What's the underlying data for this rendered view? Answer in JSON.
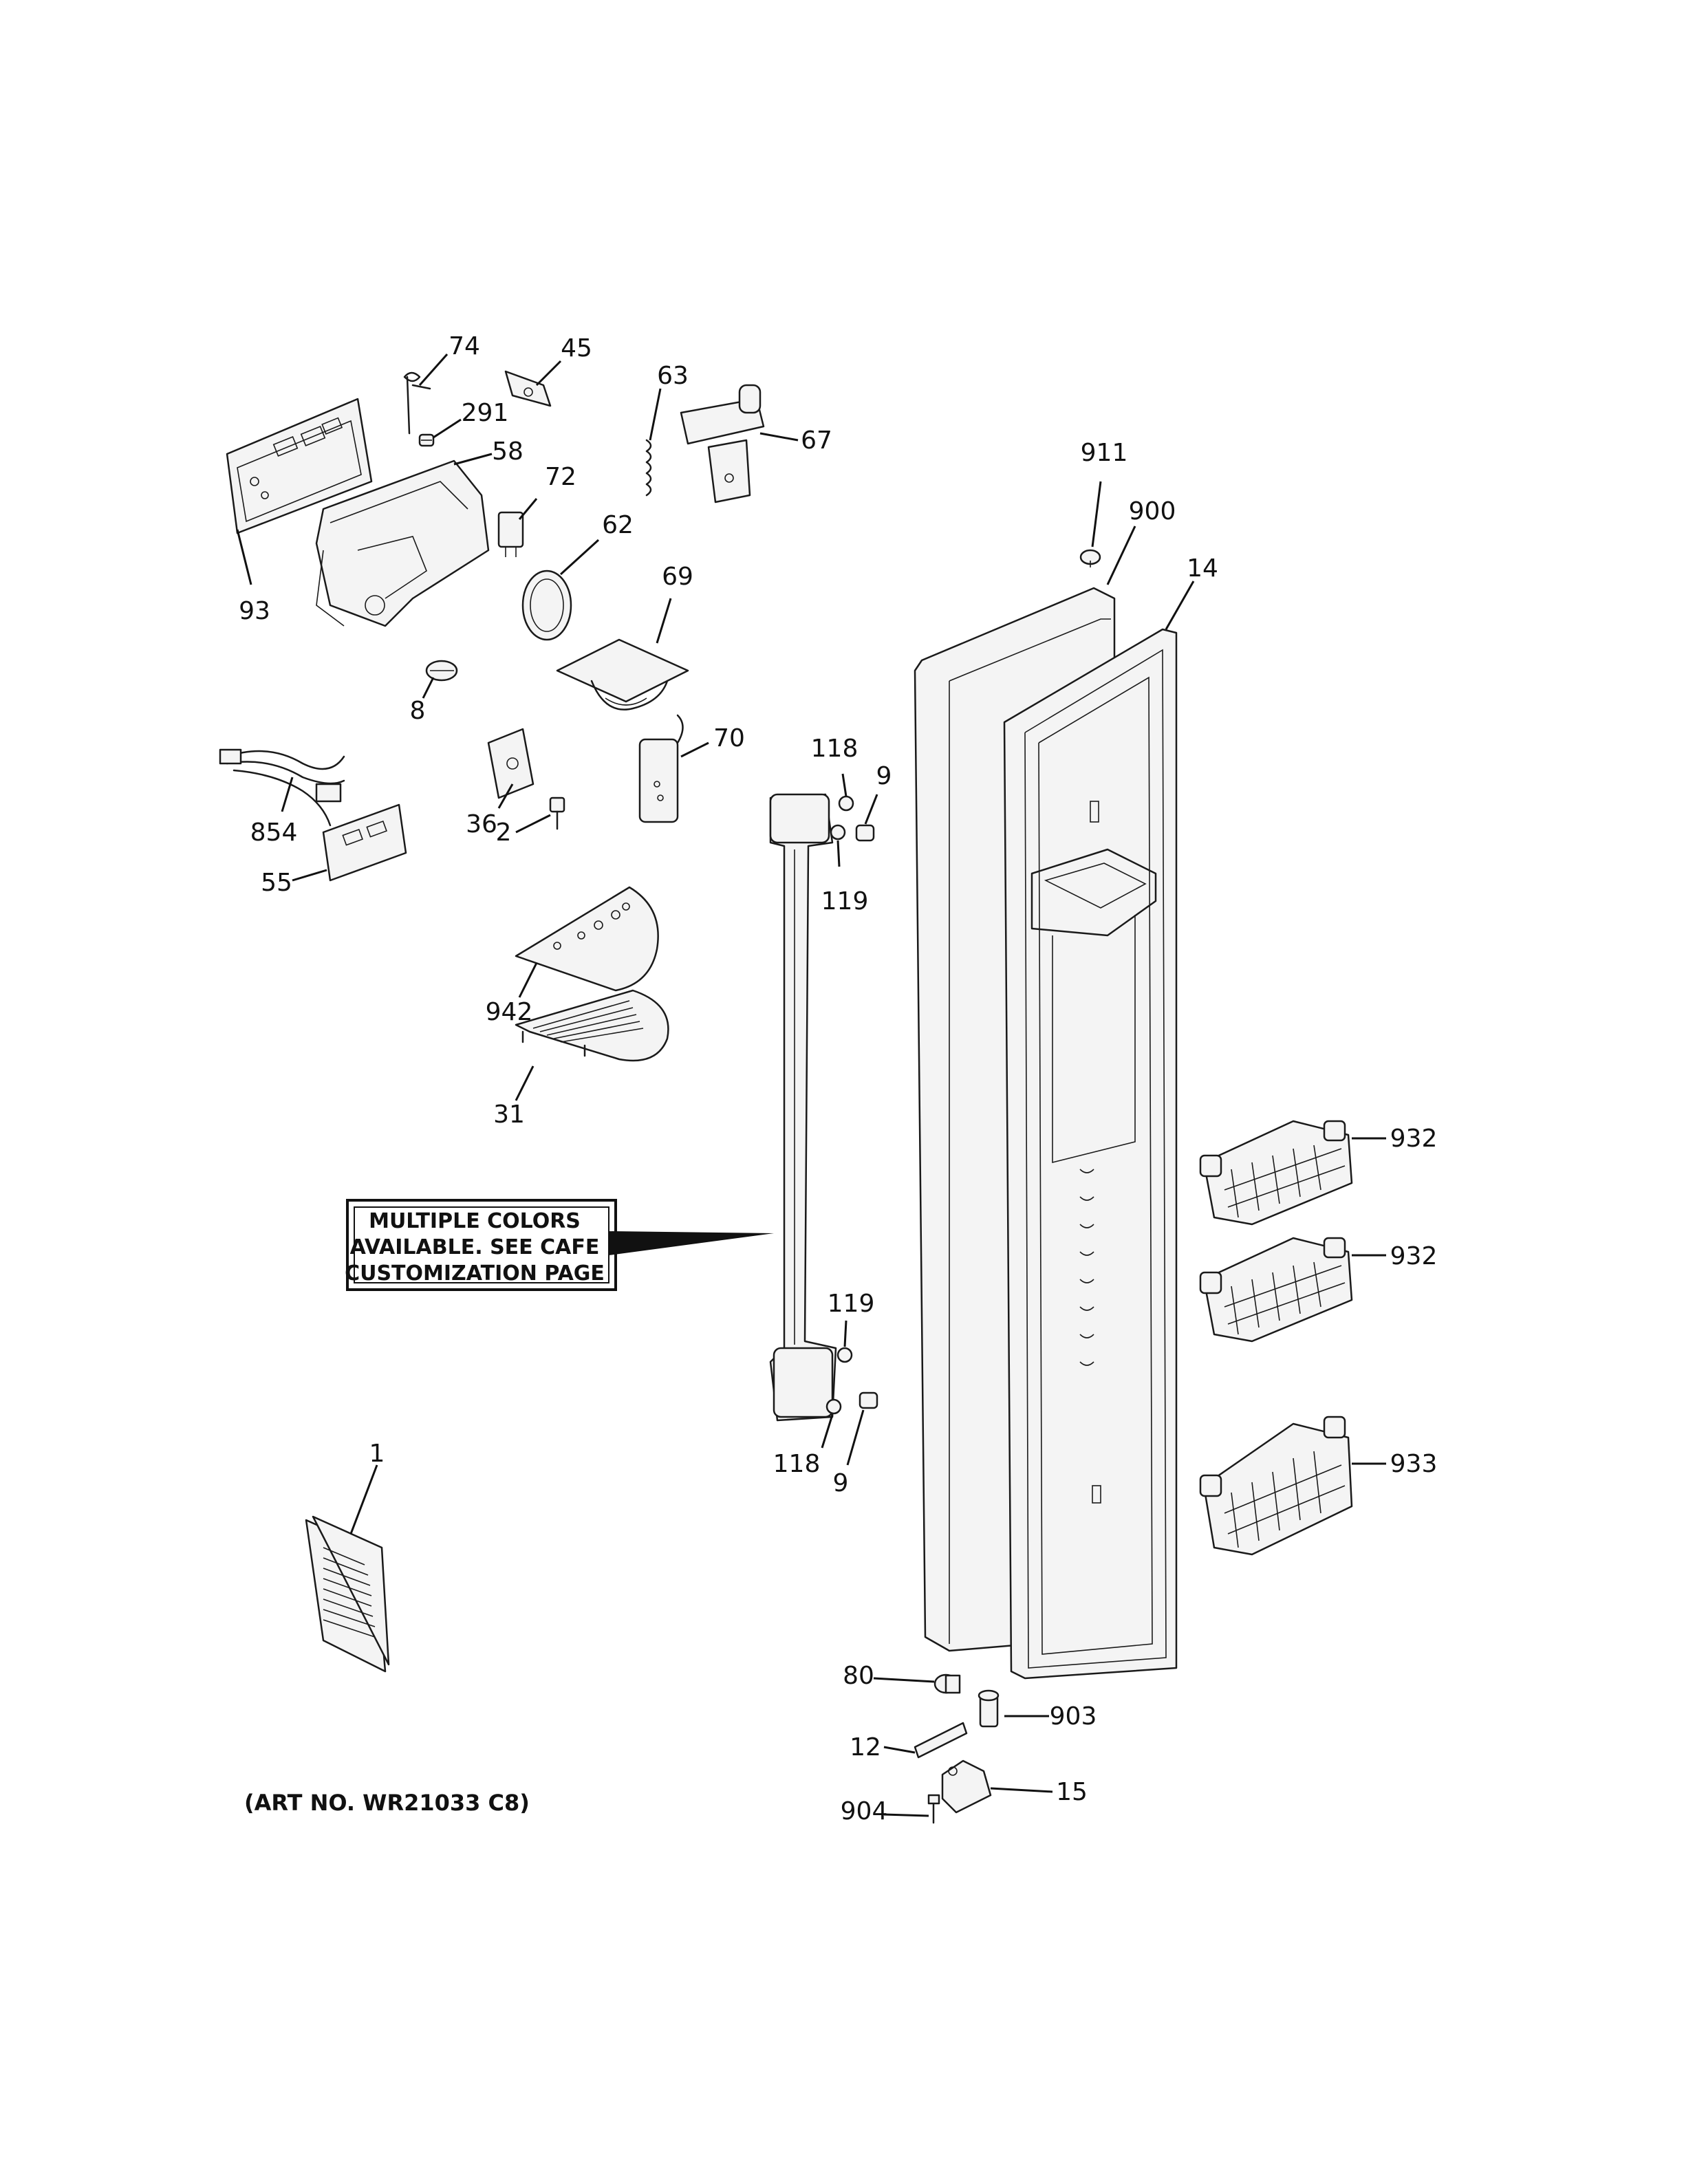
{
  "note": {
    "line1": "MULTIPLE COLORS",
    "line2": "AVAILABLE. SEE CAFE",
    "line3": "CUSTOMIZATION PAGE"
  },
  "art_number": "(ART NO. WR21033 C8)",
  "callouts": {
    "c74": "74",
    "c45": "45",
    "c63": "63",
    "c291": "291",
    "c58": "58",
    "c67": "67",
    "c72": "72",
    "c62": "62",
    "c93": "93",
    "c69": "69",
    "c8": "8",
    "c70": "70",
    "c36": "36",
    "c2": "2",
    "c854": "854",
    "c55": "55",
    "c942": "942",
    "c31": "31",
    "c911": "911",
    "c900": "900",
    "c14": "14",
    "c118a": "118",
    "c9a": "9",
    "c119a": "119",
    "c932a": "932",
    "c932b": "932",
    "c119b": "119",
    "c118b": "118",
    "c9b": "9",
    "c933": "933",
    "c1": "1",
    "c80": "80",
    "c903": "903",
    "c12": "12",
    "c15": "15",
    "c904": "904"
  }
}
